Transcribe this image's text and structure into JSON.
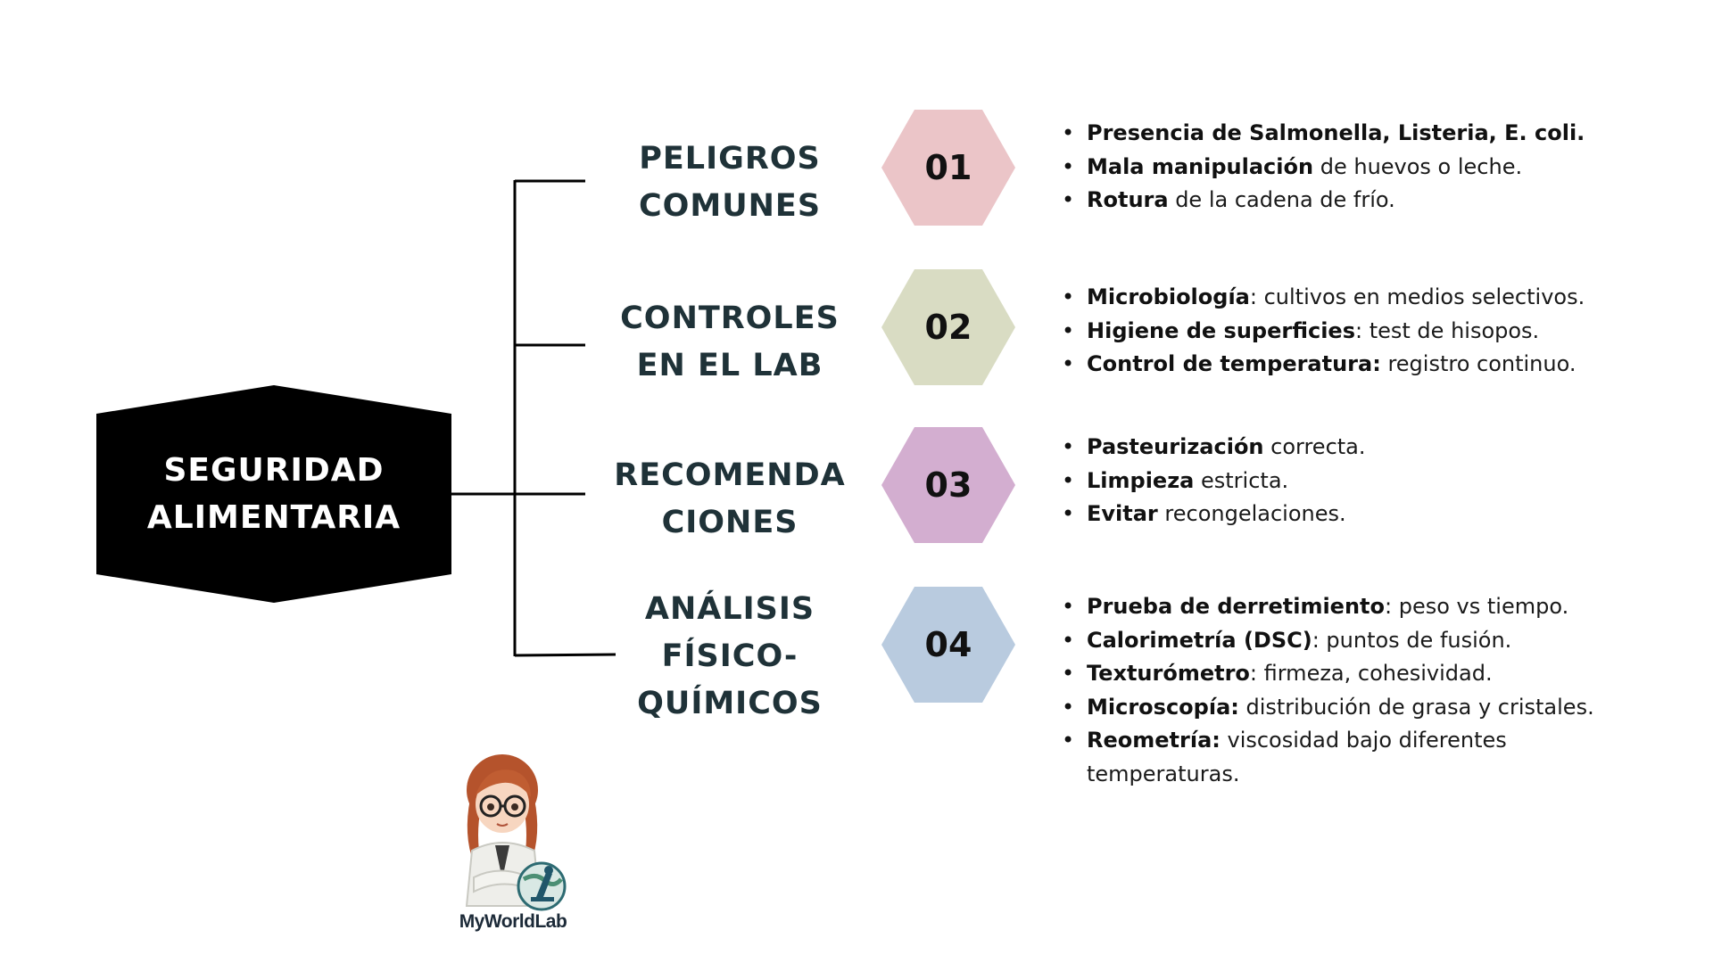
{
  "root": {
    "label": "SEGURIDAD\nALIMENTARIA",
    "fill": "#000000",
    "text_color": "#ffffff"
  },
  "connector_color": "#000000",
  "branches": [
    {
      "title": "PELIGROS\nCOMUNES",
      "number": "01",
      "hex_color": "#ebc5c8",
      "bullets": [
        {
          "bold": "Presencia de Salmonella, Listeria, E. coli.",
          "text": ""
        },
        {
          "bold": "Mala manipulación",
          "text": " de huevos o leche."
        },
        {
          "bold": "Rotura",
          "text": " de la cadena de frío."
        }
      ]
    },
    {
      "title": "CONTROLES\nEN EL LAB",
      "number": "02",
      "hex_color": "#d9dcc3",
      "bullets": [
        {
          "bold": "Microbiología",
          "text": ": cultivos en medios selectivos."
        },
        {
          "bold": "Higiene de superficies",
          "text": ": test de hisopos."
        },
        {
          "bold": "Control de temperatura:",
          "text": " registro continuo."
        }
      ]
    },
    {
      "title": "RECOMENDA\nCIONES",
      "number": "03",
      "hex_color": "#d3aed0",
      "bullets": [
        {
          "bold": "Pasteurización",
          "text": " correcta."
        },
        {
          "bold": "Limpieza",
          "text": " estricta."
        },
        {
          "bold": "Evitar",
          "text": " recongelaciones."
        }
      ]
    },
    {
      "title": "ANÁLISIS\nFÍSICO-\nQUÍMICOS",
      "number": "04",
      "hex_color": "#b9cbdf",
      "bullets": [
        {
          "bold": "Prueba de derretimiento",
          "text": ": peso vs tiempo."
        },
        {
          "bold": "Calorimetría (DSC)",
          "text": ": puntos de fusión."
        },
        {
          "bold": "Texturómetro",
          "text": ": firmeza, cohesividad."
        },
        {
          "bold": "Microscopía:",
          "text": " distribución de grasa y cristales."
        },
        {
          "bold": "Reometría:",
          "text": " viscosidad bajo diferentes temperaturas."
        }
      ]
    }
  ],
  "logo": {
    "text": "MyWorldLab",
    "mascot": "scientist-girl-with-microscope-icon"
  }
}
